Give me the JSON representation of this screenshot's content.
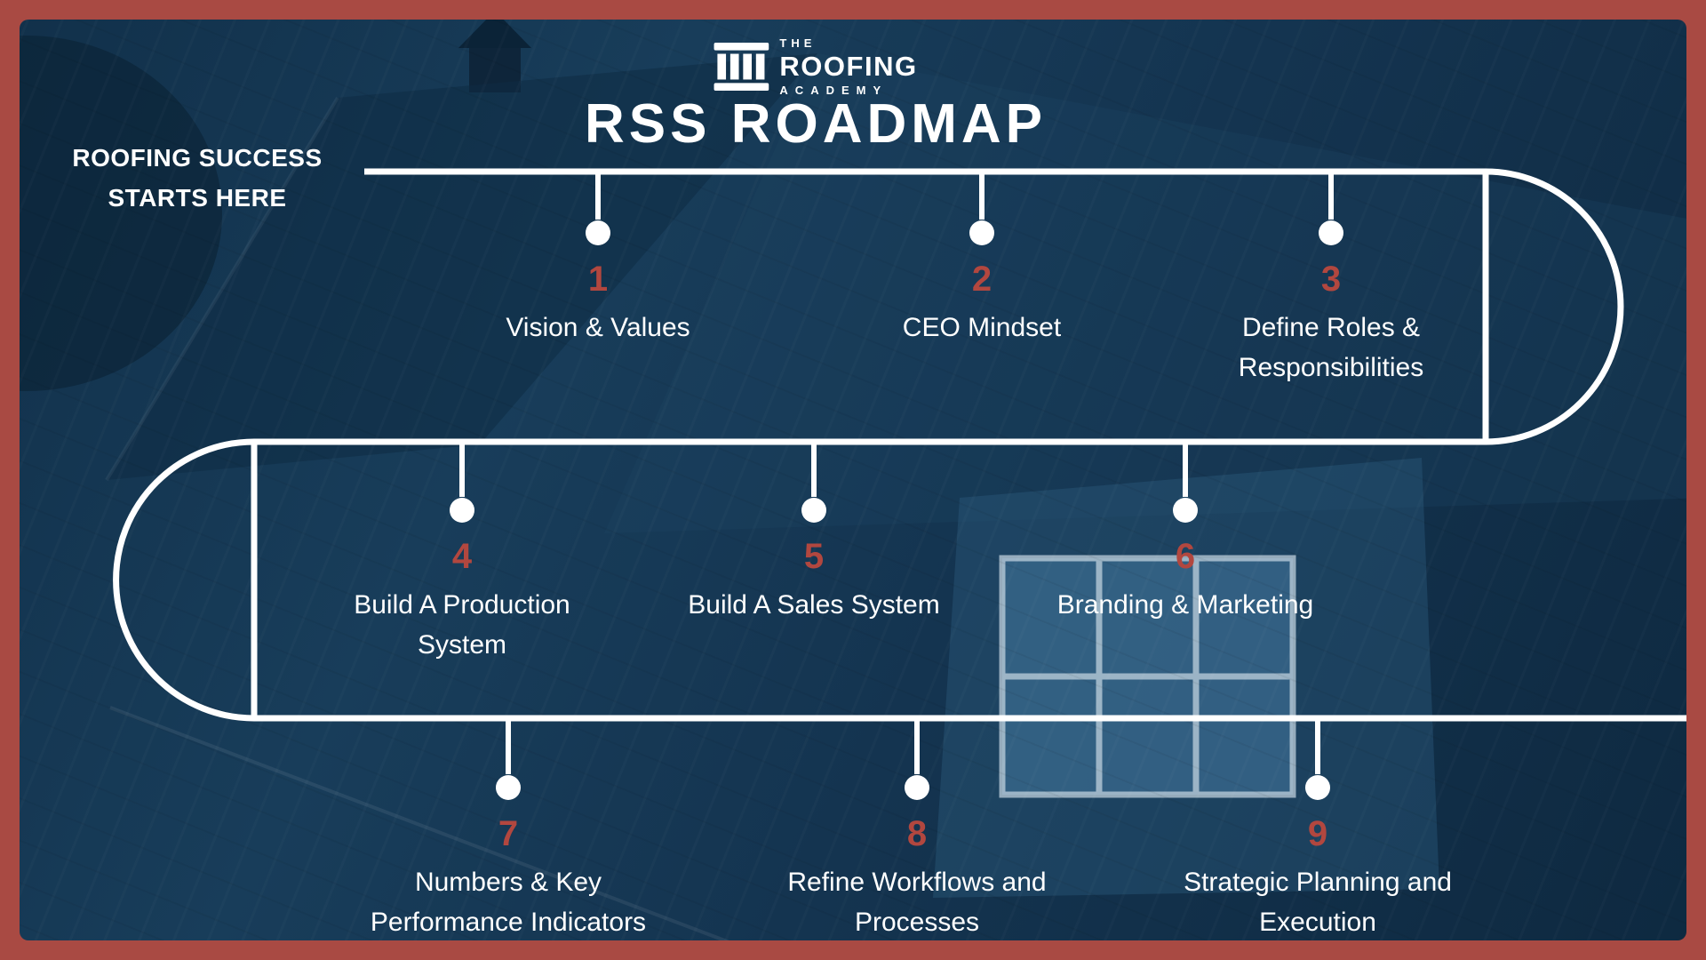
{
  "frame": {
    "border_color": "#a94a43",
    "background_color": "#15344e"
  },
  "header": {
    "tagline": [
      "ROOFING SUCCESS",
      "STARTS HERE"
    ],
    "logo": {
      "the": "THE",
      "roofing": "ROOFING",
      "academy": "ACADEMY",
      "icon": "columns-building-icon"
    },
    "title": "RSS ROADMAP"
  },
  "roadmap": {
    "line_color": "#ffffff",
    "number_color": "#b2473f",
    "steps": [
      {
        "number": "1",
        "label": "Vision & Values"
      },
      {
        "number": "2",
        "label": "CEO Mindset"
      },
      {
        "number": "3",
        "label": "Define Roles &\nResponsibilities"
      },
      {
        "number": "4",
        "label": "Build A Production\nSystem"
      },
      {
        "number": "5",
        "label": "Build A Sales System"
      },
      {
        "number": "6",
        "label": "Branding & Marketing"
      },
      {
        "number": "7",
        "label": "Numbers & Key\nPerformance Indicators"
      },
      {
        "number": "8",
        "label": "Refine Workflows and\nProcesses"
      },
      {
        "number": "9",
        "label": "Strategic Planning and\nExecution"
      }
    ]
  }
}
